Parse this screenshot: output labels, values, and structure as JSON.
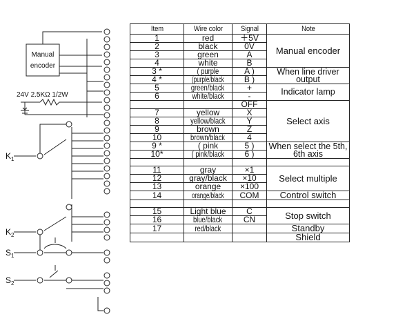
{
  "headers": {
    "item": "Item",
    "wire_color": "Wire color",
    "signal": "Signal",
    "note": "Note"
  },
  "rows": [
    {
      "item": "1",
      "color": "red",
      "signal": "＋5V"
    },
    {
      "item": "2",
      "color": "black",
      "signal": "0V"
    },
    {
      "item": "3",
      "color": "green",
      "signal": "A"
    },
    {
      "item": "4",
      "color": "white",
      "signal": "B"
    },
    {
      "item": "3 *",
      "color": "( purple",
      "signal": "A )"
    },
    {
      "item": "4 *",
      "color": "(purple/black",
      "signal": "B )"
    },
    {
      "item": "5",
      "color": "green/black",
      "signal": "+"
    },
    {
      "item": "6",
      "color": "white/black",
      "signal": "-"
    },
    {
      "item": "",
      "color": "",
      "signal": "OFF"
    },
    {
      "item": "7",
      "color": "yellow",
      "signal": "X"
    },
    {
      "item": "8",
      "color": "yellow/black",
      "signal": "Y"
    },
    {
      "item": "9",
      "color": "brown",
      "signal": "Z"
    },
    {
      "item": "10",
      "color": "brown/black",
      "signal": "4"
    },
    {
      "item": "9 *",
      "color": "( pink",
      "signal": "5 )"
    },
    {
      "item": "10*",
      "color": "( pink/black",
      "signal": "6 )"
    },
    {
      "item": "",
      "color": "",
      "signal": ""
    },
    {
      "item": "11",
      "color": "gray",
      "signal": "×1"
    },
    {
      "item": "12",
      "color": "gray/black",
      "signal": "×10"
    },
    {
      "item": "13",
      "color": "orange",
      "signal": "×100"
    },
    {
      "item": "14",
      "color": "orange/black",
      "signal": "COM"
    },
    {
      "item": "",
      "color": "",
      "signal": ""
    },
    {
      "item": "15",
      "color": "Light blue",
      "signal": "C"
    },
    {
      "item": "16",
      "color": "blue/black",
      "signal": "CN"
    },
    {
      "item": "17",
      "color": "red/black",
      "signal": ""
    },
    {
      "item": "",
      "color": "",
      "signal": ""
    }
  ],
  "notes": {
    "manual_encoder": "Manual encoder",
    "line_driver": "When line driver output",
    "indicator_lamp": "Indicator lamp",
    "select_axis": "Select axis",
    "select_5th_6th": "When select the 5th, 6th axis",
    "select_multiple": "Select multiple",
    "control_switch": "Control switch",
    "stop_switch": "Stop switch",
    "standby": "Standby",
    "shield": "Shield"
  },
  "circuit": {
    "encoder_label_1": "Manual",
    "encoder_label_2": "encoder",
    "lamp_label": "24V 2.5KΩ  1/2W",
    "k1": "K",
    "k1_sub": "1",
    "k2": "K",
    "k2_sub": "2",
    "s1": "S",
    "s1_sub": "1",
    "s2": "S",
    "s2_sub": "2"
  }
}
